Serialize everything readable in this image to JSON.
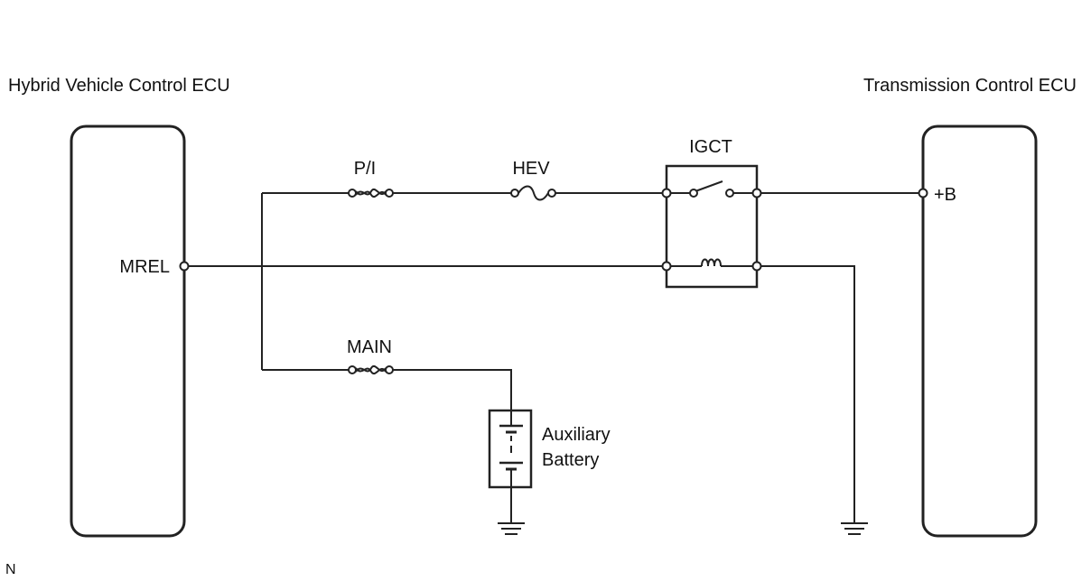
{
  "components": {
    "hybrid_ecu": {
      "title": "Hybrid Vehicle Control ECU",
      "terminal": "MREL"
    },
    "transmission_ecu": {
      "title": "Transmission Control ECU",
      "terminal": "+B"
    },
    "relay": {
      "label": "IGCT"
    },
    "fuses": {
      "pi": "P/I",
      "hev": "HEV",
      "main": "MAIN"
    },
    "battery": {
      "line1": "Auxiliary",
      "line2": "Battery"
    }
  },
  "footer": {
    "code": "N"
  }
}
